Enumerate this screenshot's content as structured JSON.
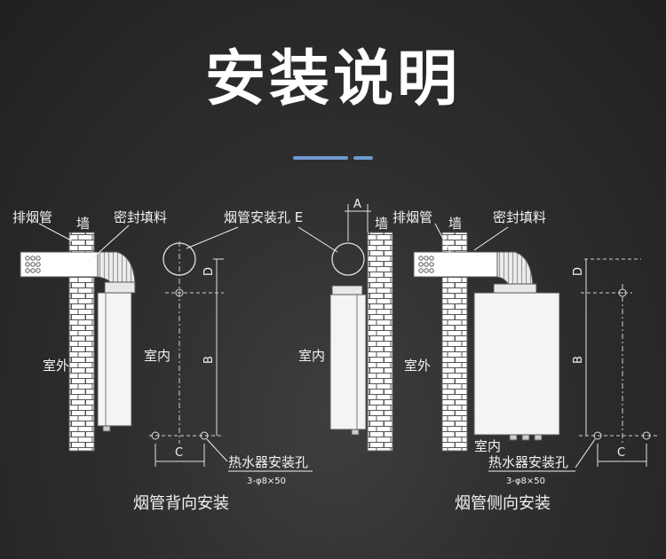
{
  "title": "安装说明",
  "accent_color": "#6f9ad0",
  "left_figure": {
    "exhaust_pipe": "排烟管",
    "wall": "墙",
    "sealant": "密封填料",
    "outdoor": "室外",
    "indoor": "室内",
    "dim_d": "D",
    "dim_b": "B",
    "dim_c": "C",
    "hole_label": "热水器安装孔",
    "hole_spec": "3-φ8×50",
    "caption": "烟管背向安装"
  },
  "shared": {
    "flue_hole_label": "烟管安装孔 E",
    "dim_a": "A"
  },
  "middle_figure": {
    "wall": "墙",
    "indoor": "室内"
  },
  "right_figure": {
    "exhaust_pipe": "排烟管",
    "wall": "墙",
    "sealant": "密封填料",
    "outdoor": "室外",
    "indoor": "室内",
    "dim_d": "D",
    "dim_b": "B",
    "dim_c": "C",
    "hole_label": "热水器安装孔",
    "hole_spec": "3-φ8×50",
    "caption": "烟管侧向安装"
  }
}
